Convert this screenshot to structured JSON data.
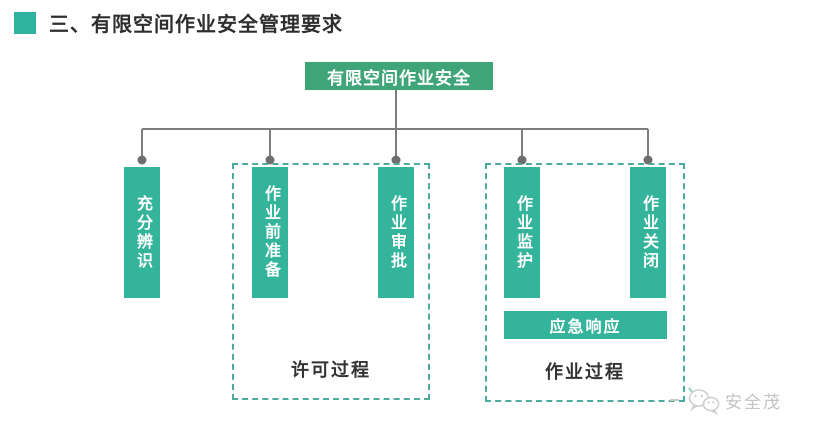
{
  "header": {
    "title": "三、有限空间作业安全管理要求",
    "bullet_color": "#2fb3a0"
  },
  "diagram": {
    "root": {
      "label": "有限空间作业安全",
      "color": "#3fa478"
    },
    "column_color": "#35b49c",
    "connector_color": "#7e7e7e",
    "dashed_border_color": "#4cab9c",
    "columns": [
      {
        "label": "充分辨识"
      },
      {
        "label": "作业前准备"
      },
      {
        "label": "作业审批"
      },
      {
        "label": "作业监护"
      },
      {
        "label": "作业关闭"
      }
    ],
    "groups": [
      {
        "label": "许可过程"
      },
      {
        "label": "作业过程",
        "banner": "应急响应"
      }
    ]
  },
  "watermark": {
    "icon": "wechat-bubbles-icon",
    "text": "安全茂"
  }
}
